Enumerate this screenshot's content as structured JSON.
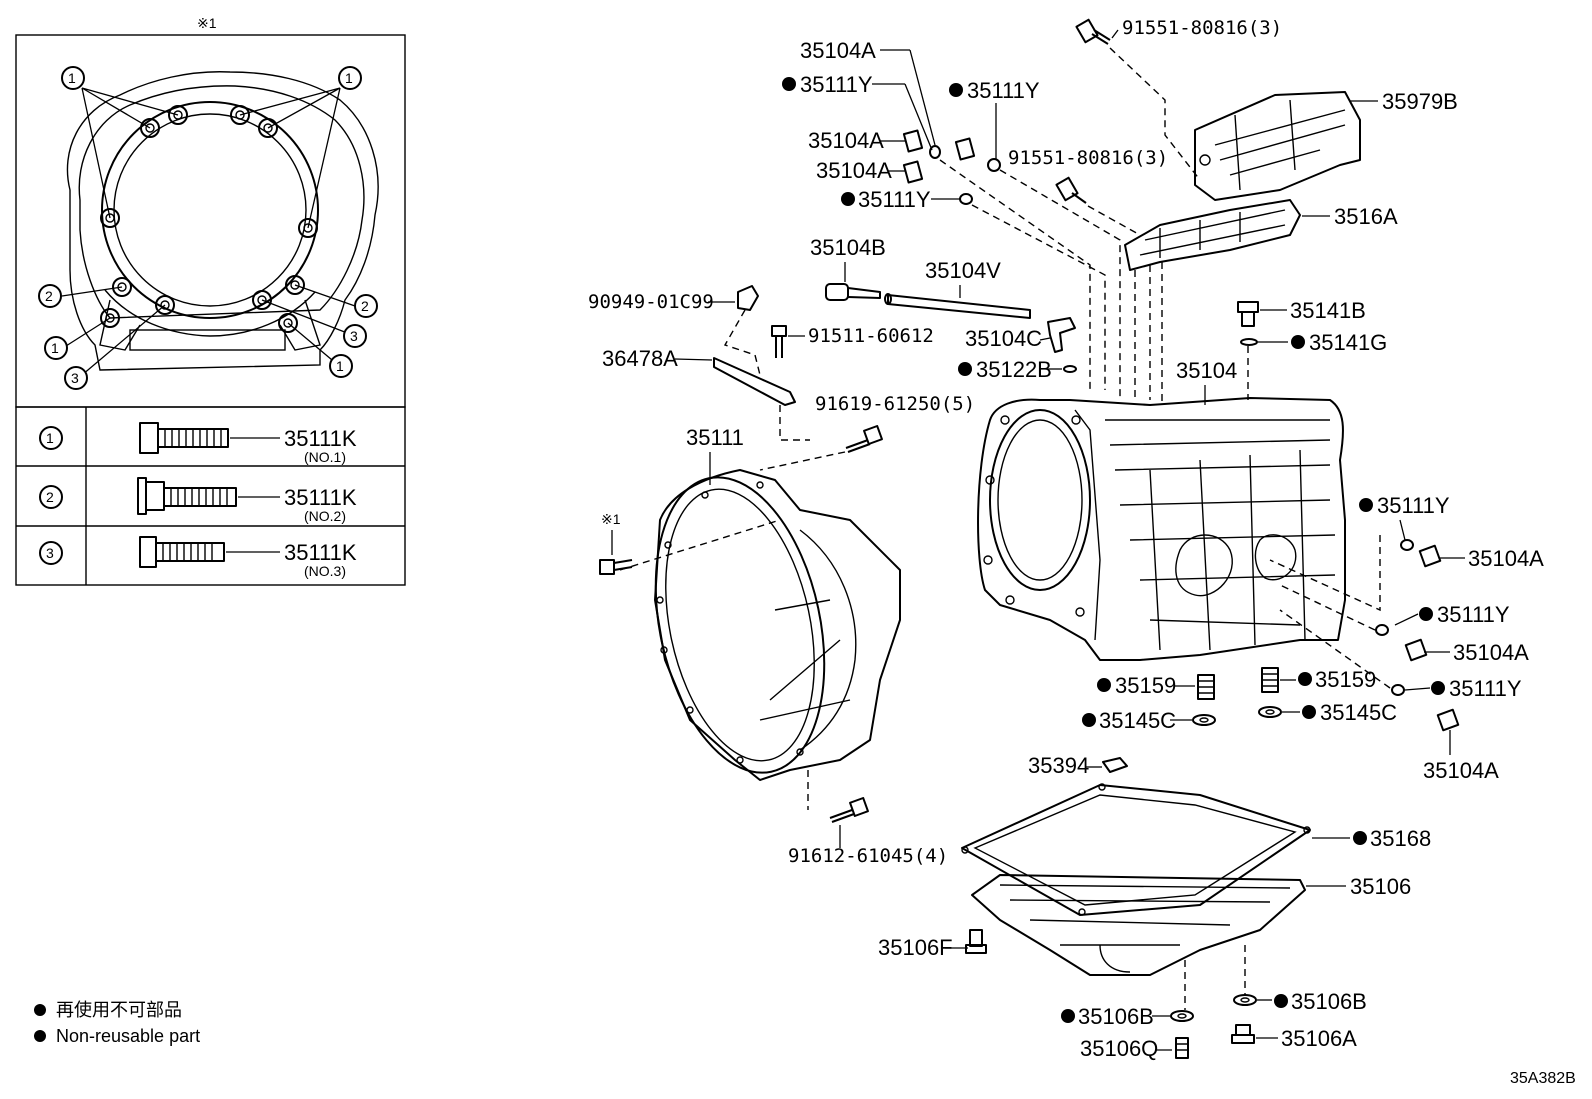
{
  "inset": {
    "note_mark": "※1",
    "callout_1": "1",
    "callout_2": "2",
    "callout_3": "3",
    "rows": [
      {
        "num": "1",
        "part": "35111K",
        "sub": "(NO.1)"
      },
      {
        "num": "2",
        "part": "35111K",
        "sub": "(NO.2)"
      },
      {
        "num": "3",
        "part": "35111K",
        "sub": "(NO.3)"
      }
    ]
  },
  "labels": {
    "l_91551_top": "91551-80816(3)",
    "l_35104A_1": "35104A",
    "l_35111Y_1": "35111Y",
    "l_35111Y_2": "35111Y",
    "l_35979B": "35979B",
    "l_35104A_2": "35104A",
    "l_91551_mid": "91551-80816(3)",
    "l_35104A_3": "35104A",
    "l_35111Y_3": "35111Y",
    "l_3516A": "3516A",
    "l_35104B": "35104B",
    "l_35104V": "35104V",
    "l_90949": "90949-01C99",
    "l_91511": "91511-60612",
    "l_35104C": "35104C",
    "l_35141B": "35141B",
    "l_35141G": "35141G",
    "l_36478A": "36478A",
    "l_35122B": "35122B",
    "l_35104": "35104",
    "l_91619": "91619-61250(5)",
    "l_35111": "35111",
    "l_note_mark": "※1",
    "l_35111Y_4": "35111Y",
    "l_35104A_4": "35104A",
    "l_35111Y_5": "35111Y",
    "l_35104A_5": "35104A",
    "l_35159_1": "35159",
    "l_35159_2": "35159",
    "l_35111Y_6": "35111Y",
    "l_35145C_1": "35145C",
    "l_35145C_2": "35145C",
    "l_35104A_6": "35104A",
    "l_35394": "35394",
    "l_91612": "91612-61045(4)",
    "l_35168": "35168",
    "l_35106": "35106",
    "l_35106F": "35106F",
    "l_35106B_1": "35106B",
    "l_35106B_2": "35106B",
    "l_35106Q": "35106Q",
    "l_35106A": "35106A"
  },
  "legend": {
    "jp": "再使用不可部品",
    "en": "Non-reusable part"
  },
  "diagram_code": "35A382B"
}
